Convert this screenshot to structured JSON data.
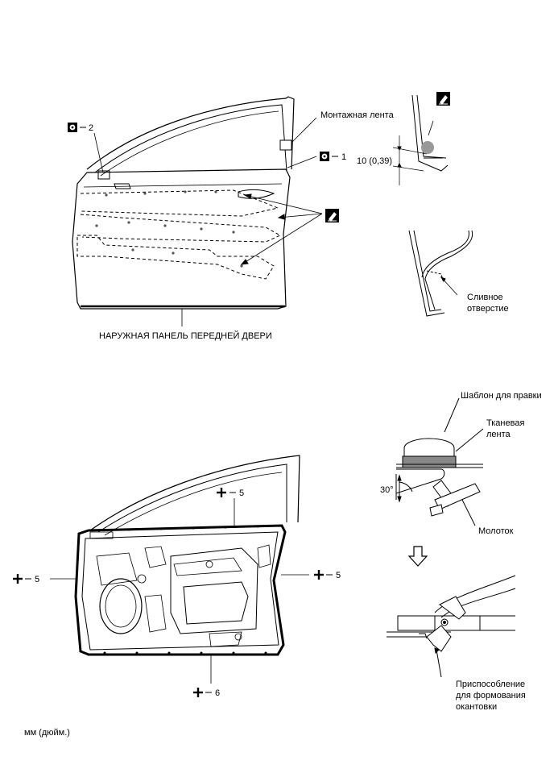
{
  "labels": {
    "mounting_tape": "Монтажная лента",
    "outer_panel": "НАРУЖНАЯ ПАНЕЛЬ ПЕРЕДНЕЙ ДВЕРИ",
    "dimension": "10 (0,39)",
    "drain_line1": "Сливное",
    "drain_line2": "отверстие",
    "dolly_template": "Шаблон для правки",
    "cloth_tape_line1": "Тканевая",
    "cloth_tape_line2": "лента",
    "angle": "30°",
    "hammer": "Молоток",
    "hemming_line1": "Приспособление",
    "hemming_line2": "для формования",
    "hemming_line3": "окантовки",
    "units": "мм (дюйм.)"
  },
  "callouts": {
    "ref1": "1",
    "ref2": "2",
    "ref5_top": "5",
    "ref5_left": "5",
    "ref5_right": "5",
    "ref6": "6"
  },
  "icons": {
    "replace": "replace-part-icon",
    "adhesive": "adhesive-sealer-icon",
    "add_part": "plus-mark-icon"
  }
}
